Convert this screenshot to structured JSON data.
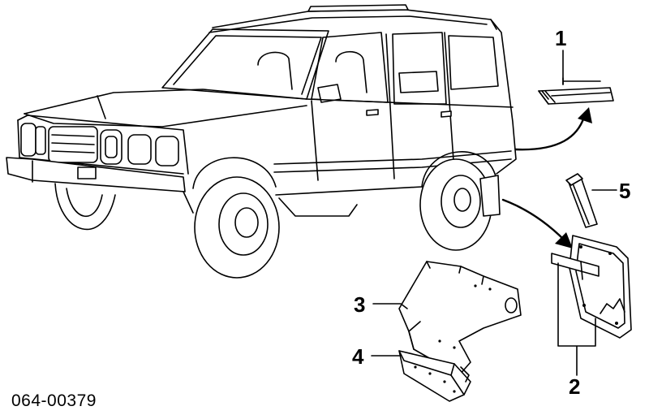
{
  "diagram": {
    "part_number": "064-00379",
    "callouts": [
      {
        "id": "1",
        "label": "1"
      },
      {
        "id": "2",
        "label": "2"
      },
      {
        "id": "3",
        "label": "3"
      },
      {
        "id": "4",
        "label": "4"
      },
      {
        "id": "5",
        "label": "5"
      }
    ]
  }
}
